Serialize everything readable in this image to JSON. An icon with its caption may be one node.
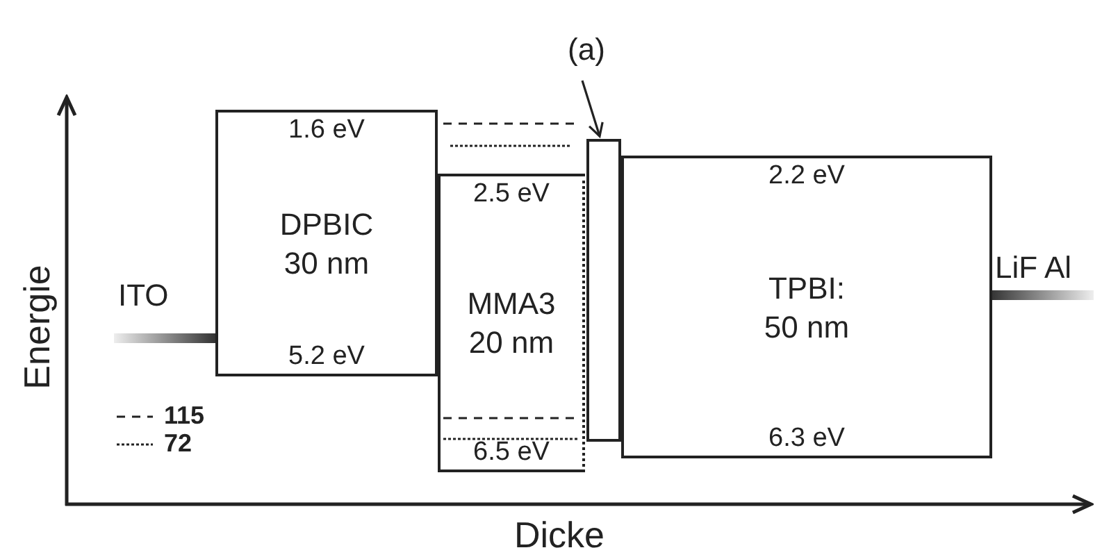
{
  "diagram": {
    "nodes": [
      {
        "text": [
          "1.6 eV",
          "DPBIC 30 nm",
          "5.2 eV"
        ]
      },
      {
        "text": [
          "2.5 eV",
          "MMA3 20 nm",
          "6.5 eV"
        ]
      },
      {
        "text": [
          "(a)"
        ]
      },
      {
        "text": [],
        "shape": "box"
      },
      {
        "text": [
          "2.2 eV",
          "TPBI: 50 nm",
          "6.3 eV"
        ]
      }
    ],
    "edges": [
      {
        "from": 2,
        "to": 3,
        "arrow": "to"
      }
    ],
    "labels": [
      "ITO",
      "LiF Al",
      "Energie",
      "Dicke"
    ],
    "legend": [
      {
        "text": "115"
      },
      {
        "text": "72"
      }
    ]
  }
}
